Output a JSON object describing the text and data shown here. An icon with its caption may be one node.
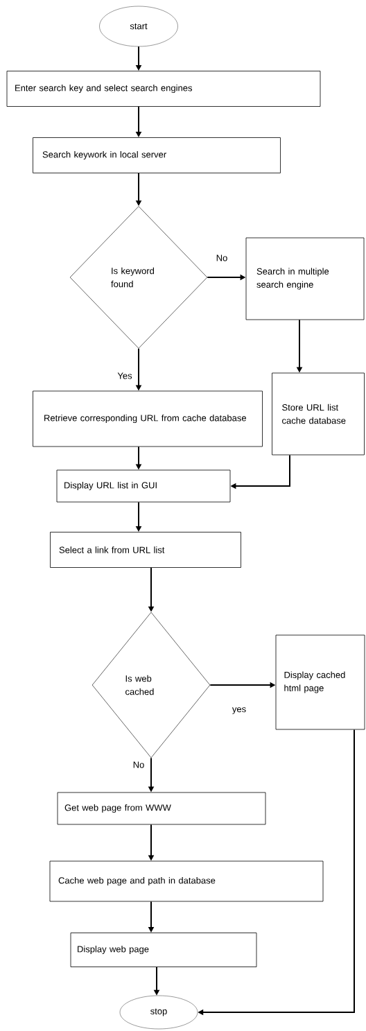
{
  "diagram": {
    "nodes": [
      {
        "text": [
          "start"
        ]
      },
      {
        "text": [
          "Enter search key and select search engines"
        ]
      },
      {
        "text": [
          "Search keywork in local server"
        ]
      },
      {
        "text": [
          "Is keyword found"
        ]
      },
      {
        "text": [
          "Search in multiple search engine"
        ]
      },
      {
        "text": [
          "Retrieve corresponding URL from cache database"
        ]
      },
      {
        "text": [
          "Store URL list cache database"
        ]
      },
      {
        "text": [
          "Display URL list in GUI"
        ]
      },
      {
        "text": [
          "Select a link from URL list"
        ]
      },
      {
        "text": [
          "Is web cached"
        ]
      },
      {
        "text": [
          "Display cached html page"
        ]
      },
      {
        "text": [
          "Get web page from WWW"
        ]
      },
      {
        "text": [
          "Cache web page and path in database"
        ]
      },
      {
        "text": [
          "Display web page"
        ]
      },
      {
        "text": [
          "stop"
        ]
      }
    ],
    "edges": [
      {
        "from": 0,
        "to": 1,
        "arrow": "to"
      },
      {
        "from": 1,
        "to": 2,
        "arrow": "to"
      },
      {
        "from": 2,
        "to": 3,
        "arrow": "to"
      },
      {
        "from": 3,
        "to": 4,
        "arrow": "to",
        "label": "No"
      },
      {
        "from": 3,
        "to": 5,
        "arrow": "to",
        "label": "Yes"
      },
      {
        "from": 4,
        "to": 6,
        "arrow": "to"
      },
      {
        "from": 5,
        "to": 7,
        "arrow": "to"
      },
      {
        "from": 6,
        "to": 7,
        "arrow": "to"
      },
      {
        "from": 7,
        "to": 8,
        "arrow": "to"
      },
      {
        "from": 8,
        "to": 9,
        "arrow": "to"
      },
      {
        "from": 9,
        "to": 10,
        "arrow": "to",
        "label": "yes"
      },
      {
        "from": 9,
        "to": 11,
        "arrow": "to",
        "label": "No"
      },
      {
        "from": 11,
        "to": 12,
        "arrow": "to"
      },
      {
        "from": 12,
        "to": 13,
        "arrow": "to"
      },
      {
        "from": 13,
        "to": 14,
        "arrow": "to"
      },
      {
        "from": 10,
        "to": 14,
        "arrow": "to"
      }
    ]
  }
}
